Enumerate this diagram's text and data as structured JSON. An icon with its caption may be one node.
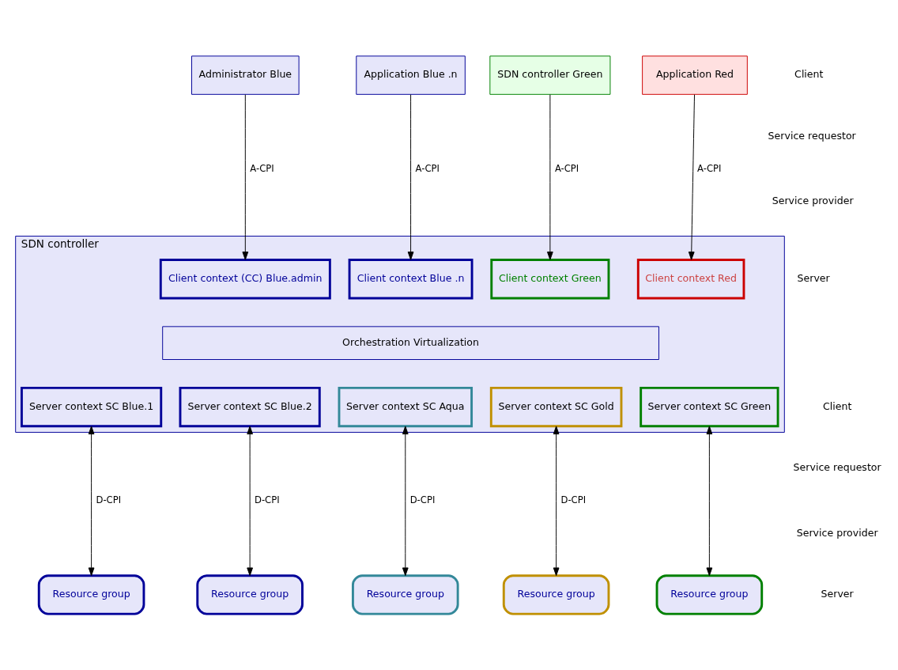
{
  "diagram": {
    "nodes": [
      {
        "text": [
          "Administrator Blue"
        ]
      },
      {
        "text": [
          "Application Blue .n"
        ]
      },
      {
        "text": [
          "SDN controller Green"
        ]
      },
      {
        "text": [
          "Application Red"
        ]
      },
      {
        "text": [
          "SDN controller"
        ]
      },
      {
        "text": [
          "Orchestration Virtualization"
        ],
        "in": 4
      },
      {
        "text": [
          "Client context (CC) Blue.admin"
        ],
        "in": 4
      },
      {
        "text": [
          "Client context Blue .n"
        ],
        "in": 4
      },
      {
        "text": [
          "Client context Green"
        ],
        "in": 4
      },
      {
        "text": [
          "Client context Red"
        ],
        "in": 4
      },
      {
        "text": [
          "Server context SC Blue.1"
        ],
        "in": 4
      },
      {
        "text": [
          "Server context SC Blue.2"
        ],
        "in": 4
      },
      {
        "text": [
          "Server context SC Aqua"
        ],
        "in": 4
      },
      {
        "text": [
          "Server context SC Gold"
        ],
        "in": 4
      },
      {
        "text": [
          "Server context SC Green"
        ],
        "in": 4
      },
      {
        "text": [
          "Resource group"
        ]
      },
      {
        "text": [
          "Resource group"
        ]
      },
      {
        "text": [
          "Resource group"
        ]
      },
      {
        "text": [
          "Resource group"
        ]
      },
      {
        "text": [
          "Resource group"
        ]
      }
    ],
    "edges": [
      {
        "from": 0,
        "to": 6,
        "arrow": "to",
        "label": "A-CPI"
      },
      {
        "from": 1,
        "to": 7,
        "arrow": "to",
        "label": "A-CPI"
      },
      {
        "from": 2,
        "to": 8,
        "arrow": "to",
        "label": "A-CPI"
      },
      {
        "from": 3,
        "to": 9,
        "arrow": "to",
        "label": "A-CPI"
      },
      {
        "from": 10,
        "to": 15,
        "arrow": "both",
        "label": "D-CPI"
      },
      {
        "from": 11,
        "to": 16,
        "arrow": "both",
        "label": "D-CPI"
      },
      {
        "from": 12,
        "to": 17,
        "arrow": "both",
        "label": "D-CPI"
      },
      {
        "from": 13,
        "to": 18,
        "arrow": "both",
        "label": "D-CPI"
      },
      {
        "from": 14,
        "to": 19,
        "arrow": "both"
      }
    ],
    "labels": [
      "Client",
      "Service requestor",
      "Service provider",
      "Server",
      "Client",
      "Service requestor",
      "Service provider",
      "Server"
    ]
  }
}
